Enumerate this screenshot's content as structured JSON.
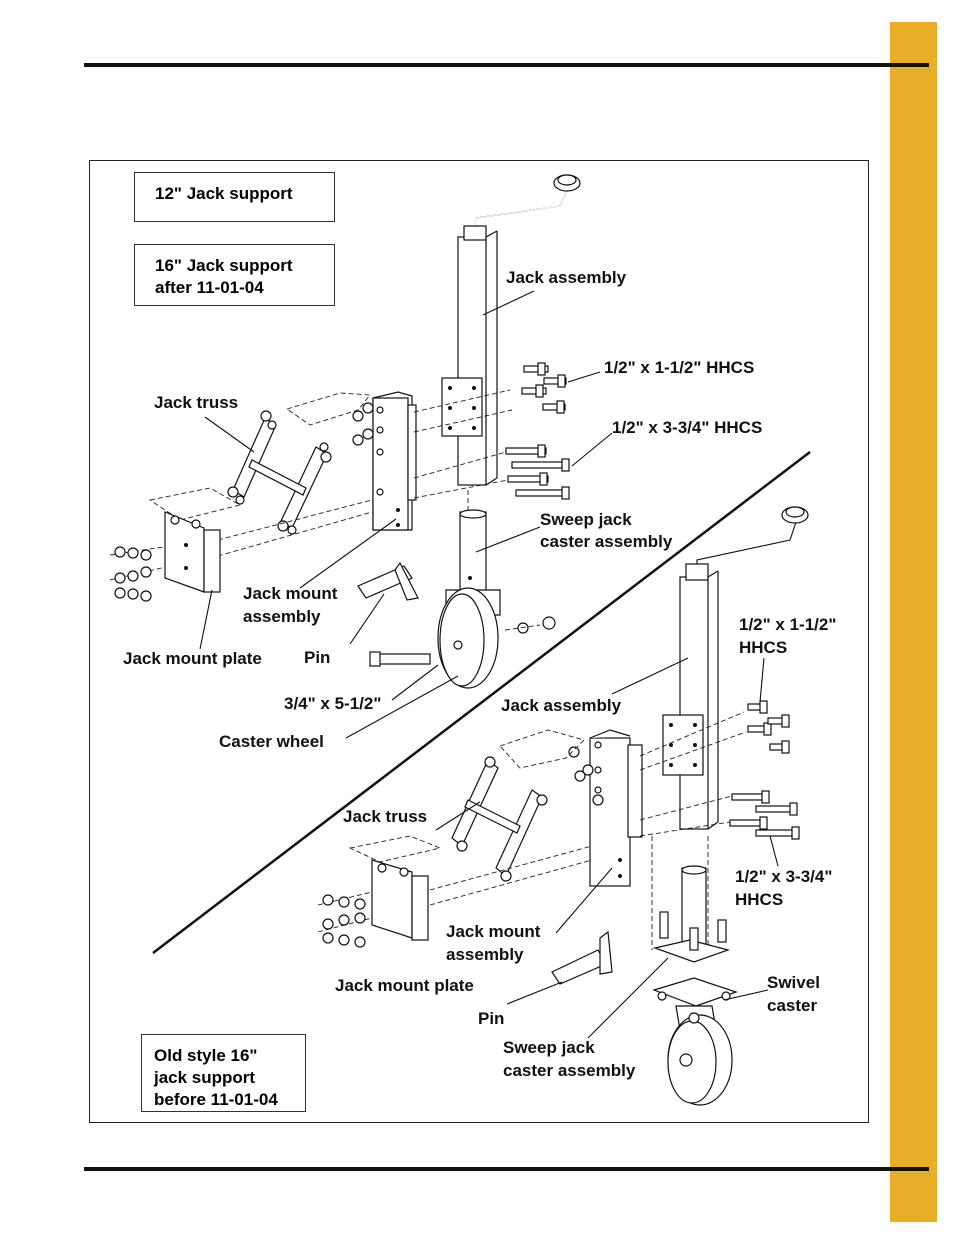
{
  "boxes": {
    "jack12": "12\" Jack support",
    "jack16": "16\" Jack support\nafter 11-01-04",
    "old16": "Old style 16\"\njack support\nbefore 11-01-04"
  },
  "labels": {
    "jack_assembly_1": "Jack assembly",
    "hhcs_a1": "1/2\" x 1-1/2\" HHCS",
    "jack_truss_1": "Jack truss",
    "hhcs_b1": "1/2\" x 3-3/4\" HHCS",
    "sweep_1_l1": "Sweep jack",
    "sweep_1_l2": "caster assembly",
    "mount_asm_1_l1": "Jack mount",
    "mount_asm_1_l2": "assembly",
    "pin_1": "Pin",
    "mount_plate_1": "Jack mount plate",
    "bolt_34": "3/4\" x 5-1/2\"",
    "caster_wheel": "Caster wheel",
    "hhcs_a2_l1": "1/2\" x 1-1/2\"",
    "hhcs_a2_l2": "HHCS",
    "jack_assembly_2": "Jack assembly",
    "jack_truss_2": "Jack truss",
    "hhcs_b2_l1": "1/2\" x 3-3/4\"",
    "hhcs_b2_l2": "HHCS",
    "mount_asm_2_l1": "Jack mount",
    "mount_asm_2_l2": "assembly",
    "swivel_l1": "Swivel",
    "swivel_l2": "caster",
    "mount_plate_2": "Jack mount plate",
    "pin_2": "Pin",
    "sweep_2_l1": "Sweep jack",
    "sweep_2_l2": "caster assembly"
  }
}
